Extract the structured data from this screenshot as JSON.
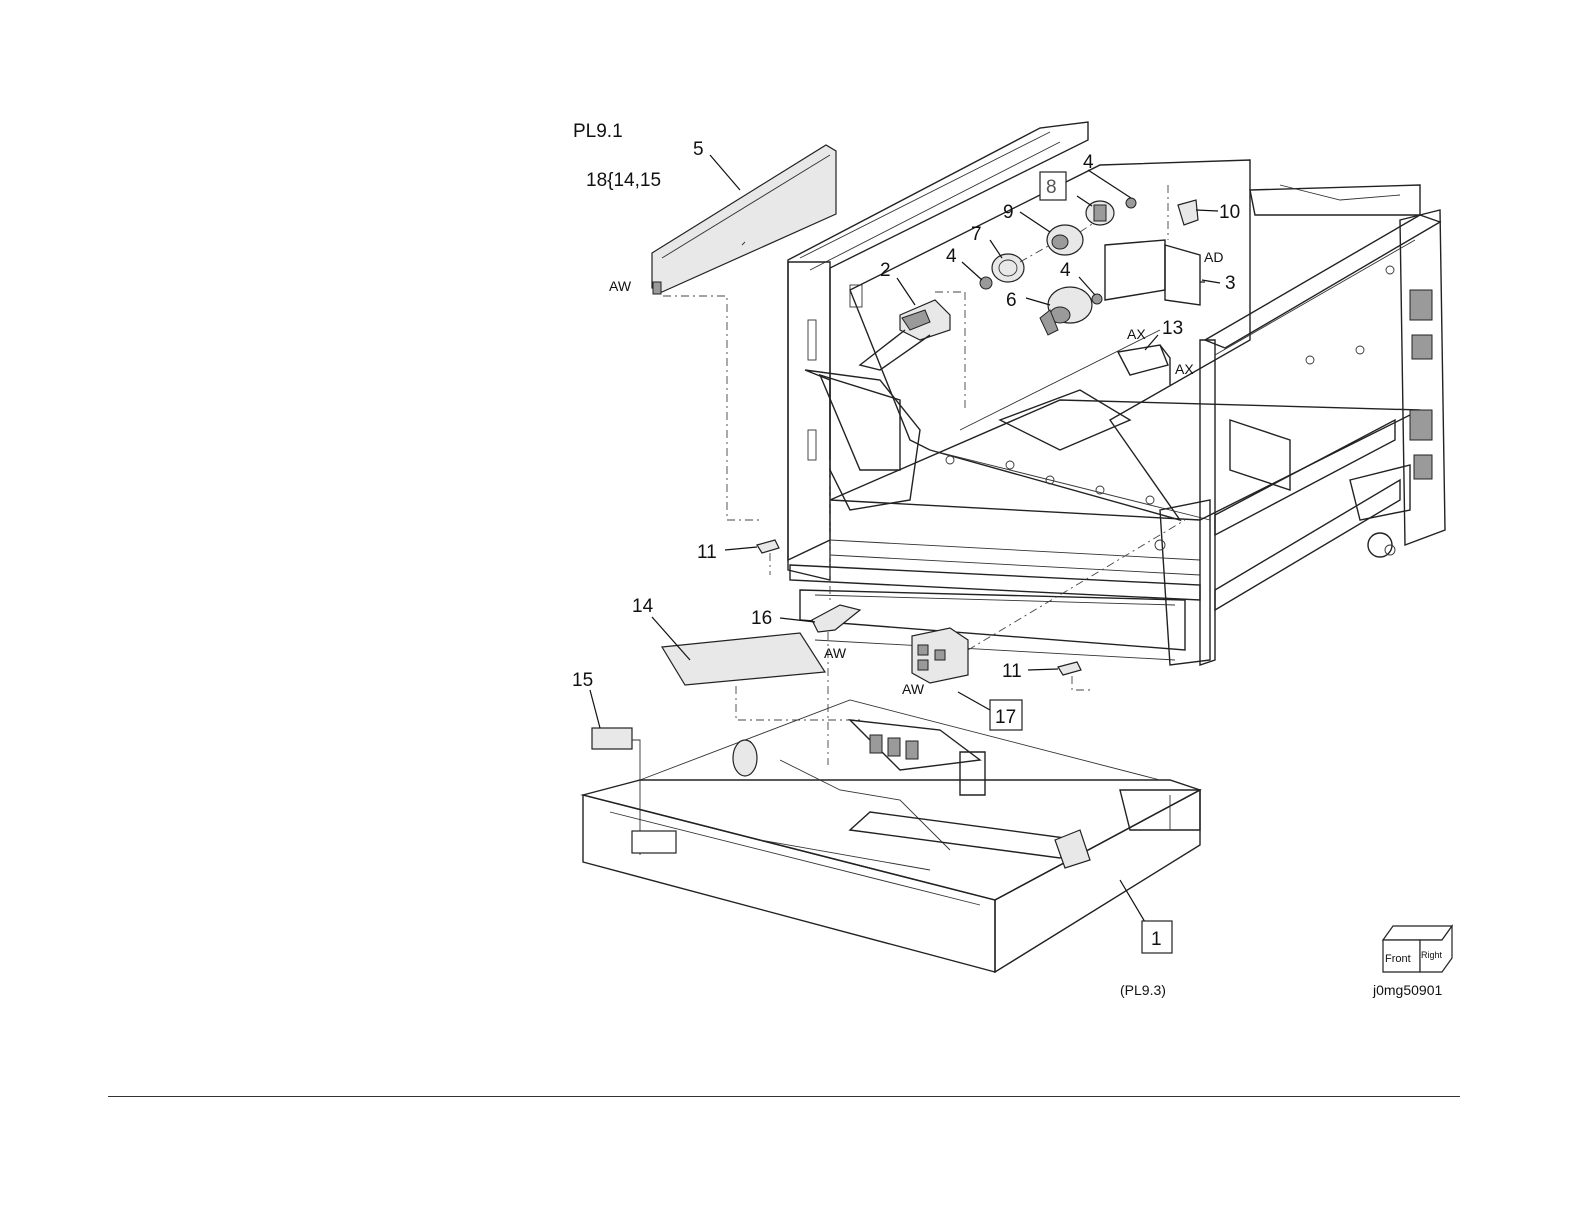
{
  "diagram": {
    "plate_id": "PL9.1",
    "kit_note": "18{14,15",
    "image_id": "j0mg50901",
    "reference": "(PL9.3)",
    "orientation_cube": {
      "front": "Front",
      "right": "Right"
    },
    "callouts": [
      {
        "id": "c1",
        "text": "1",
        "boxed": true
      },
      {
        "id": "c2",
        "text": "2",
        "boxed": false
      },
      {
        "id": "c3",
        "text": "3",
        "boxed": false
      },
      {
        "id": "c4a",
        "text": "4",
        "boxed": false
      },
      {
        "id": "c4b",
        "text": "4",
        "boxed": false
      },
      {
        "id": "c4c",
        "text": "4",
        "boxed": false
      },
      {
        "id": "c5",
        "text": "5",
        "boxed": false
      },
      {
        "id": "c6",
        "text": "6",
        "boxed": false
      },
      {
        "id": "c7",
        "text": "7",
        "boxed": false
      },
      {
        "id": "c8",
        "text": "8",
        "boxed": true
      },
      {
        "id": "c9",
        "text": "9",
        "boxed": false
      },
      {
        "id": "c10",
        "text": "10",
        "boxed": false
      },
      {
        "id": "c11a",
        "text": "11",
        "boxed": false
      },
      {
        "id": "c11b",
        "text": "11",
        "boxed": false
      },
      {
        "id": "c13",
        "text": "13",
        "boxed": false
      },
      {
        "id": "c14",
        "text": "14",
        "boxed": false
      },
      {
        "id": "c15",
        "text": "15",
        "boxed": false
      },
      {
        "id": "c16",
        "text": "16",
        "boxed": false
      },
      {
        "id": "c17",
        "text": "17",
        "boxed": true
      }
    ],
    "fastener_refs": [
      {
        "id": "aw1",
        "text": "AW"
      },
      {
        "id": "aw2",
        "text": "AW"
      },
      {
        "id": "aw3",
        "text": "AW"
      },
      {
        "id": "ad",
        "text": "AD"
      },
      {
        "id": "ax1",
        "text": "AX"
      },
      {
        "id": "ax2",
        "text": "AX"
      }
    ]
  }
}
